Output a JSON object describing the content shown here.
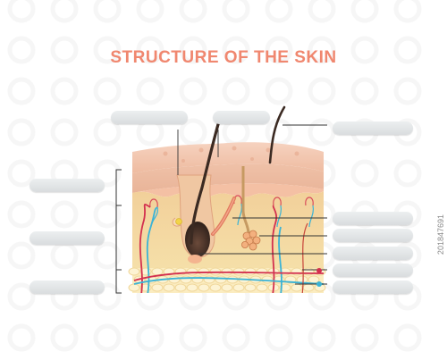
{
  "title": "STRUCTURE OF THE SKIN",
  "watermark_id": "201847691",
  "colors": {
    "title": "#f0876f",
    "epidermis": "#f3c7b0",
    "dermis": "#f3d79c",
    "fat": "#fbe8b2",
    "artery": "#d3304f",
    "vein": "#3bb3d6",
    "nerve": "#c8453b",
    "hair": "#3b2a22",
    "pill": "#e2e5e7"
  },
  "labels": [
    {
      "id": "label-top-1",
      "text": ""
    },
    {
      "id": "label-top-2",
      "text": ""
    },
    {
      "id": "label-top-3",
      "text": ""
    },
    {
      "id": "label-left-1",
      "text": ""
    },
    {
      "id": "label-left-2",
      "text": ""
    },
    {
      "id": "label-left-3",
      "text": ""
    },
    {
      "id": "label-right-1",
      "text": ""
    },
    {
      "id": "label-right-2",
      "text": ""
    },
    {
      "id": "label-right-3",
      "text": ""
    },
    {
      "id": "label-right-4",
      "text": ""
    },
    {
      "id": "label-right-5",
      "text": ""
    }
  ]
}
